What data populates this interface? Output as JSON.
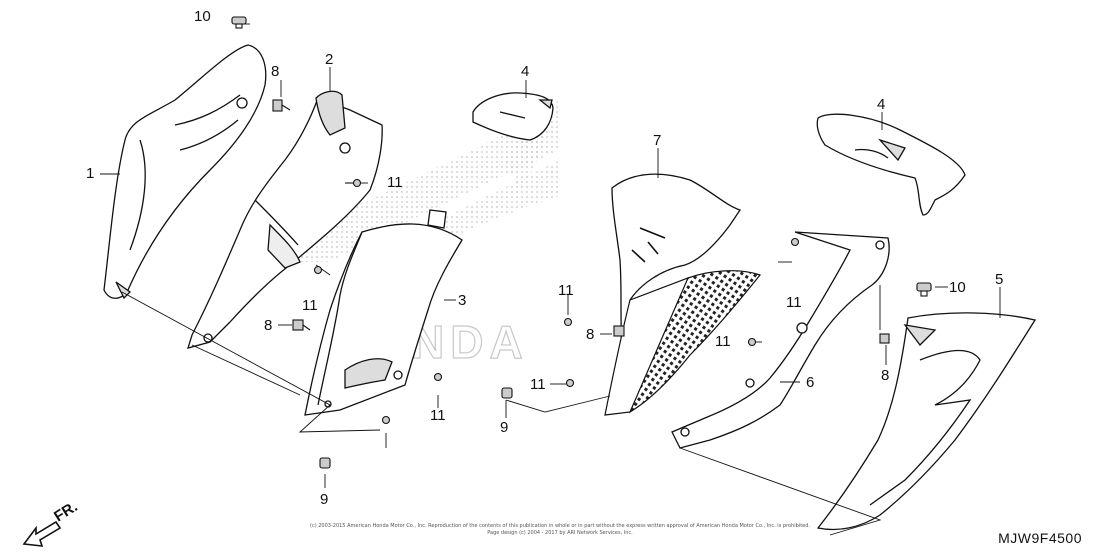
{
  "diagram": {
    "code": "MJW9F4500",
    "front_indicator": "FR.",
    "copyright_line1": "(c) 2003-2015 American Honda Motor Co., Inc. Reproduction of the contents of this publication in whole or in part without the express written approval of American Honda Motor Co., Inc. is prohibited.",
    "copyright_line2": "Page design (c) 2004 - 2017 by ARI Network Services, Inc.",
    "watermark": "HONDA"
  },
  "callouts": {
    "c1": "1",
    "c2": "2",
    "c3": "3",
    "c4a": "4",
    "c4b": "4",
    "c5": "5",
    "c6": "6",
    "c7": "7",
    "c8a": "8",
    "c8b": "8",
    "c8c": "8",
    "c8d": "8",
    "c9a": "9",
    "c9b": "9",
    "c10a": "10",
    "c10b": "10",
    "c11a": "11",
    "c11b": "11",
    "c11c": "11",
    "c11d": "11",
    "c11e": "11",
    "c11f": "11",
    "c11g": "11"
  },
  "colors": {
    "line": "#111111",
    "part_fill": "#ffffff",
    "shade": "#dddddd",
    "watermark": "#c8c8c8"
  }
}
